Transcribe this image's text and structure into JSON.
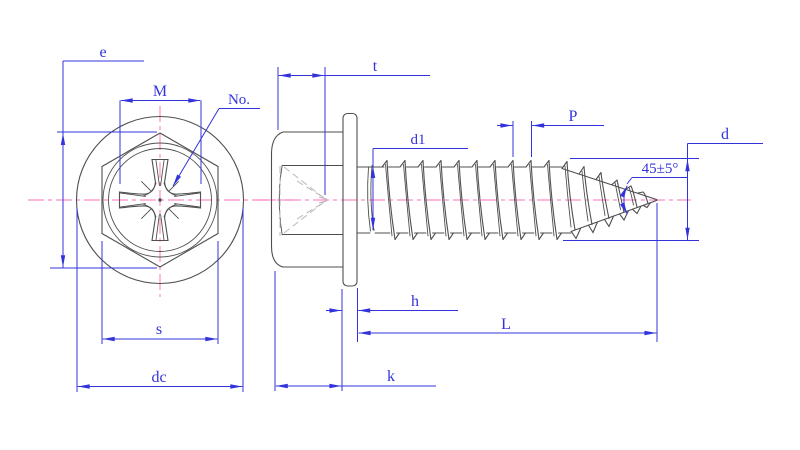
{
  "drawing": {
    "labels": {
      "e": "e",
      "M": "M",
      "no": "No.",
      "t": "t",
      "d1": "d1",
      "p": "P",
      "d": "d",
      "angle": "45±5°",
      "h": "h",
      "L": "L",
      "s": "s",
      "dc": "dc",
      "k": "k"
    },
    "colors": {
      "background": "#ffffff",
      "outline": "#4f4f4f",
      "hidden": "#b8b8b8",
      "centerline": "#ff8cc8",
      "dimension": "#3333dd"
    }
  }
}
